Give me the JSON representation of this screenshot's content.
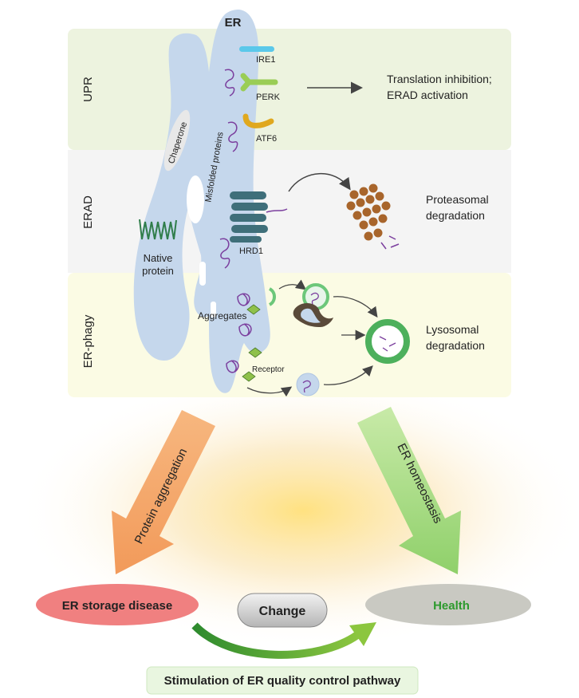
{
  "er_label": "ER",
  "sections": {
    "upr": "UPR",
    "erad": "ERAD",
    "erphagy": "ER-phagy"
  },
  "proteins": {
    "ire1": "IRE1",
    "perk": "PERK",
    "atf6": "ATF6",
    "hrd1": "HRD1",
    "chaperone": "Chaperone",
    "misfolded": "Misfolded proteins",
    "native_line1": "Native",
    "native_line2": "protein",
    "aggregates": "Aggregates",
    "receptor": "Receptor"
  },
  "outcomes": {
    "upr_line1": "Translation inhibition;",
    "upr_line2": "ERAD activation",
    "proteasomal_line1": "Proteasomal",
    "proteasomal_line2": "degradation",
    "lysosomal_line1": "Lysosomal",
    "lysosomal_line2": "degradation"
  },
  "bottom": {
    "left_arrow": "Protein aggregation",
    "right_arrow": "ER homeostasis",
    "disease": "ER storage disease",
    "change": "Change",
    "health": "Health",
    "stimulation": "Stimulation of ER quality control pathway"
  },
  "colors": {
    "upr_band": "#edf3df",
    "erad_band": "#f4f4f4",
    "erphagy_band": "#fbfbe4",
    "er_body": "#c5d7ec",
    "disease": "#f08080",
    "health_text": "#2d9a2d",
    "left_arrow": "#f0a060",
    "right_arrow": "#a8d888"
  }
}
